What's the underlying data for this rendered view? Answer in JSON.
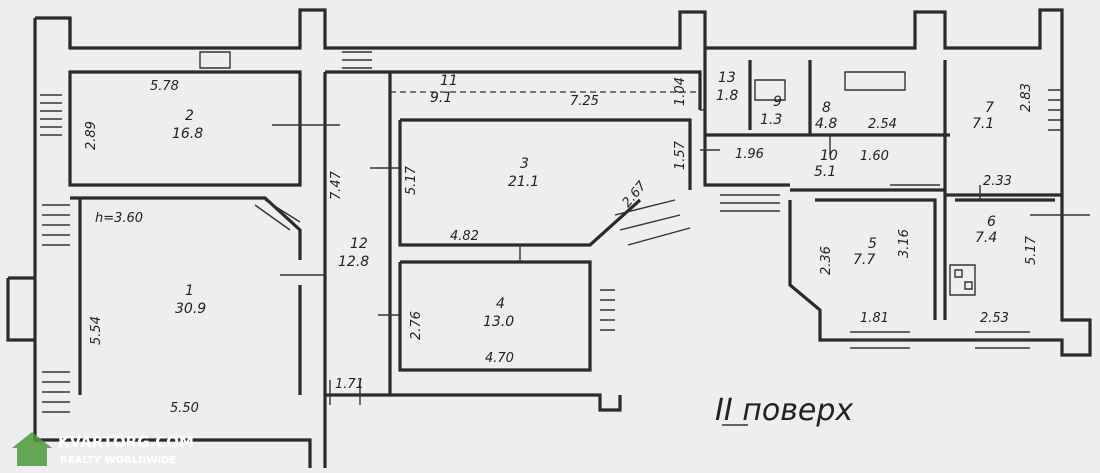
{
  "floor_label": "II поверх",
  "ceiling_height": "h=3.60",
  "rooms": [
    {
      "id": "1",
      "area": "30.9"
    },
    {
      "id": "2",
      "area": "16.8"
    },
    {
      "id": "3",
      "area": "21.1"
    },
    {
      "id": "4",
      "area": "13.0"
    },
    {
      "id": "5",
      "area": "7.7"
    },
    {
      "id": "6",
      "area": "7.4"
    },
    {
      "id": "7",
      "area": "7.1"
    },
    {
      "id": "8",
      "area": "4.8"
    },
    {
      "id": "9",
      "area": "1.3"
    },
    {
      "id": "10",
      "area": "5.1"
    },
    {
      "id": "11",
      "area": "9.1"
    },
    {
      "id": "12",
      "area": "12.8"
    },
    {
      "id": "13",
      "area": "1.8"
    }
  ],
  "dimensions": [
    "5.78",
    "2.89",
    "5.54",
    "5.50",
    "7.47",
    "5.17",
    "4.82",
    "2.76",
    "4.70",
    "1.71",
    "7.25",
    "1.04",
    "1.57",
    "2.67",
    "1.96",
    "2.54",
    "1.60",
    "2.83",
    "2.33",
    "2.36",
    "3.16",
    "1.81",
    "5.17",
    "2.53"
  ],
  "watermark": {
    "brand": "KVARTORG.COM",
    "tagline": "REALTY WORLDWIDE"
  }
}
